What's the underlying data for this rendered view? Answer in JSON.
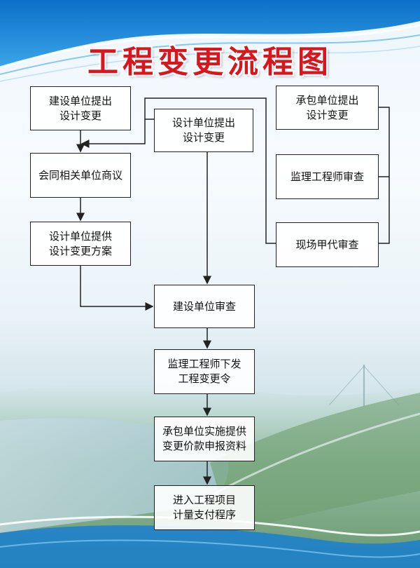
{
  "title": "工程变更流程图",
  "nodes": {
    "n1": "建设单位提出\n设计变更",
    "n2": "会同相关单位商议",
    "n3": "设计单位提供\n设计变更方案",
    "n4": "设计单位提出\n设计变更",
    "n5": "承包单位提出\n设计变更",
    "n6": "监理工程师审查",
    "n7": "现场甲代审查",
    "n8": "建设单位审查",
    "n9": "监理工程师下发\n工程变更令",
    "n10": "承包单位实施提供\n变更价款申报资料",
    "n11": "进入工程项目\n计量支付程序"
  },
  "colors": {
    "title": "#d8161d",
    "wave": "#1a7fd0",
    "line": "#222222"
  }
}
